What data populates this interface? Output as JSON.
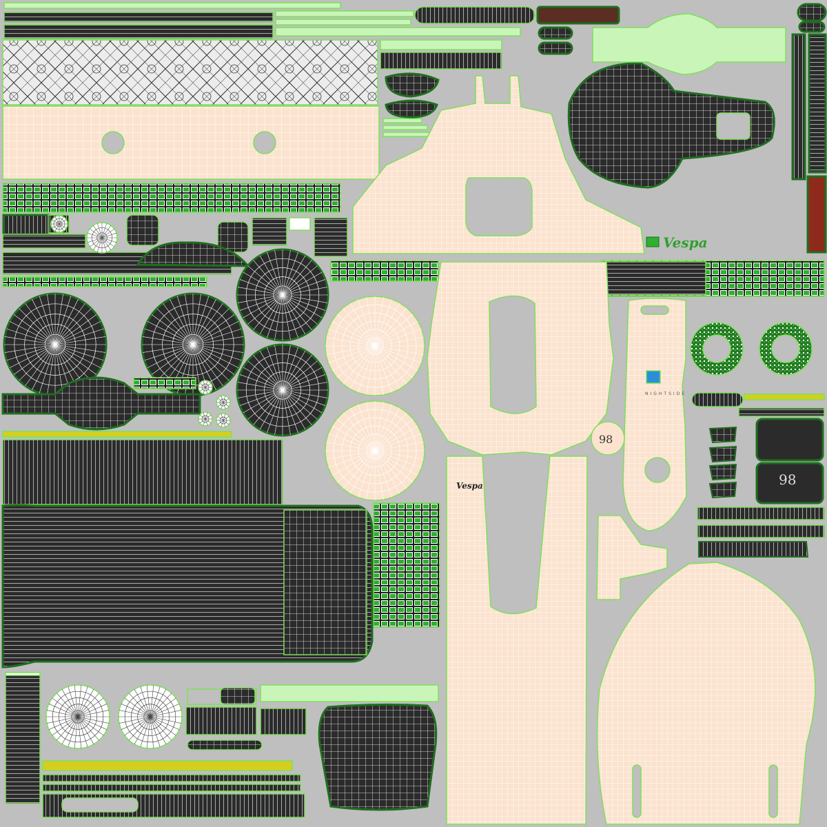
{
  "colors": {
    "background": "#bfbfbf",
    "skin": "#fbe3cf",
    "skin_grid": "#ffffff",
    "outline": "#7ee05a",
    "dark_island": "#2b2b2b",
    "dark_edge": "#1f6f1f",
    "green_block": "#2fb02f",
    "light_green": "#c9f5b9",
    "red_strip": "#8e2a1c",
    "yellow_strip": "#d4cf1e",
    "brown_bar": "#5a2e22",
    "white": "#ffffff"
  },
  "labels": {
    "vespa_logo": "Vespa",
    "small_brand": "Vespa",
    "number_badge": "98",
    "nightshade_text": "NIGHTSIDE"
  }
}
